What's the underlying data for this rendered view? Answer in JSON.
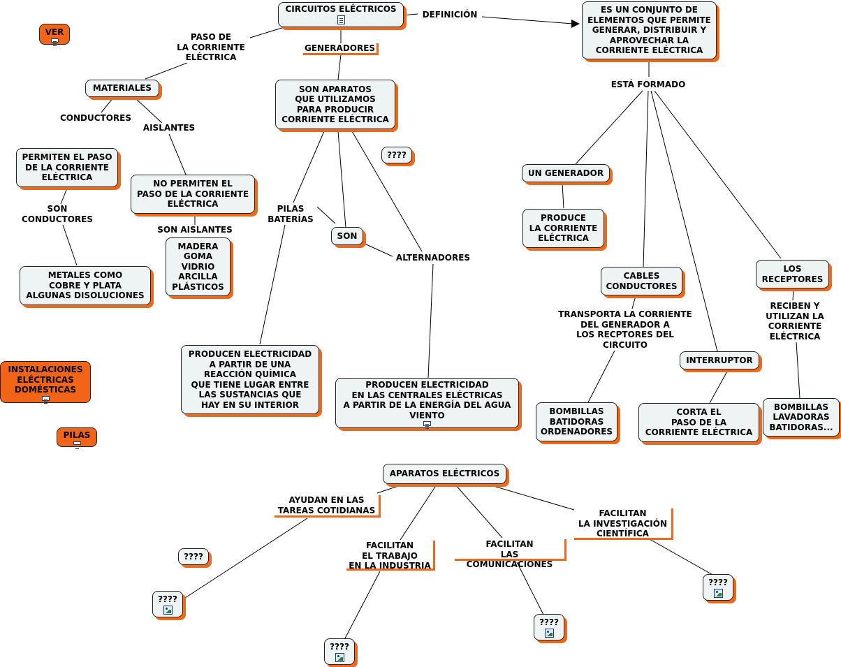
{
  "nodes": {
    "circuitos": "CIRCUITOS ELÉCTRICOS",
    "conjunto": "ES UN CONJUNTO DE\nELEMENTOS QUE PERMITE\nGENERAR, DISTRIBUIR Y\nAPROVECHAR LA\nCORRIENTE ELÉCTRICA",
    "ver": "VER",
    "materiales": "MATERIALES",
    "son_aparatos": "SON APARATOS\nQUE UTILIZAMOS\nPARA PRODUCIR\nCORRIENTE ELÉCTRICA",
    "q1": "????",
    "permiten": "PERMITEN EL PASO\nDE LA CORRIENTE\nELÉCTRICA",
    "no_permiten": "NO PERMITEN EL\nPASO DE LA CORRIENTE\nELÉCTRICA",
    "madera": "MADERA\nGOMA\nVIDRIO\nARCILLA\nPLÁSTICOS",
    "metales": "METALES COMO\nCOBRE Y PLATA\nALGUNAS DISOLUCIONES",
    "son": "SON",
    "un_generador": "UN GENERADOR",
    "produce": "PRODUCE\nLA CORRIENTE\nELÉCTRICA",
    "cables": "CABLES\nCONDUCTORES",
    "receptores": "LOS\nRECEPTORES",
    "interruptor": "INTERRUPTOR",
    "instalaciones": "INSTALACIONES\nELÉCTRICAS\nDOMÉSTICAS",
    "pilas": "PILAS",
    "producen_reaccion": "PRODUCEN ELECTRICIDAD\nA PARTIR DE UNA\nREACCIÓN QUÍMICA\nQUE TIENE LUGAR ENTRE\nLAS SUSTANCIAS QUE\nHAY EN SU INTERIOR",
    "producen_centrales": "PRODUCEN ELECTRICIDAD\nEN LAS CENTRALES ELÉCTRICAS\nA PARTIR DE LA ENERGÍA DEL AGUA\nVIENTO",
    "bombillas1": "BOMBILLAS\nBATIDORAS\nORDENADORES",
    "corta": "CORTA EL\nPASO DE LA\nCORRIENTE ELÉCTRICA",
    "bombillas2": "BOMBILLAS\nLAVADORAS\nBATIDORAS...",
    "aparatos": "APARATOS ELÉCTRICOS",
    "q2": "????",
    "q3": "????",
    "q4": "????",
    "q5": "????",
    "q6": "????"
  },
  "labels": {
    "definicion": "DEFINICIÓN",
    "paso": "PASO DE\nLA CORRIENTE\nELÉCTRICA",
    "generadores": "GENERADORES",
    "esta_formado": "ESTÁ FORMADO",
    "conductores": "CONDUCTORES",
    "aislantes": "AISLANTES",
    "son_conductores": "SON\nCONDUCTORES",
    "son_aislantes": "SON AISLANTES",
    "pilas_baterias": "PILAS\nBATERÍAS",
    "alternadores": "ALTERNADORES",
    "transporta": "TRANSPORTA LA CORRIENTE\nDEL GENERADOR A\nLOS RECPTORES DEL\nCIRCUITO",
    "reciben": "RECIBEN Y\nUTILIZAN LA\nCORRIENTE\nELÉCTRICA",
    "ayudan": "AYUDAN EN LAS\nTAREAS COTIDIANAS",
    "industria": "FACILITAN\nEL TRABAJO\nEN LA INDUSTRIA",
    "comunicaciones": "FACILITAN\nLAS COMUNICACIONES",
    "investigacion": "FACILITAN\nLA INVESTIGACIÓN\nCIENTÍFICA"
  },
  "icons": {
    "document": "document-icon",
    "image": "image-icon"
  },
  "colors": {
    "node_fill": "#eef3f3",
    "accent": "#ee6a1a",
    "orange_node": "#f26418"
  }
}
